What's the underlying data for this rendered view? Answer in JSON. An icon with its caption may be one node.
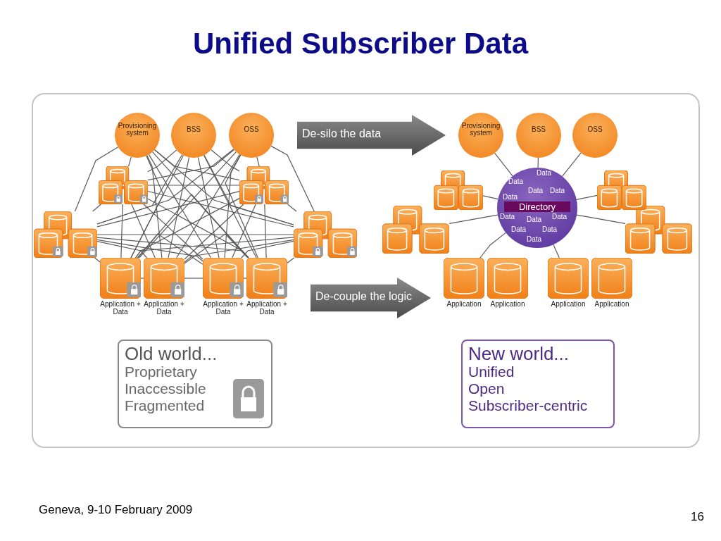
{
  "diagram": {
    "title": "Unified Subscriber Data",
    "nodes": [
      {
        "text": [
          "Provisioning system"
        ]
      },
      {
        "text": [
          "BSS"
        ]
      },
      {
        "text": [
          "OSS"
        ]
      },
      {
        "text": [],
        "shape": "cylinder"
      },
      {
        "text": [],
        "shape": "cylinder"
      },
      {
        "text": [
          "Application + Data"
        ]
      },
      {
        "text": [
          "Application + Data"
        ]
      },
      {
        "text": [
          "Application + Data"
        ]
      },
      {
        "text": [
          "Application + Data"
        ]
      },
      {
        "text": [],
        "shape": "cylinder"
      },
      {
        "text": [],
        "shape": "cylinder"
      },
      {
        "text": [
          "Provisioning system"
        ]
      },
      {
        "text": [
          "BSS"
        ]
      },
      {
        "text": [
          "OSS"
        ]
      },
      {
        "text": [
          "Data",
          "Data",
          "Data",
          "Data",
          "Data",
          "Directory",
          "Data",
          "Data",
          "Data",
          "Data",
          "Data",
          "Data"
        ]
      },
      {
        "text": [],
        "shape": "cylinder"
      },
      {
        "text": [],
        "shape": "cylinder"
      },
      {
        "text": [
          "Application"
        ]
      },
      {
        "text": [
          "Application"
        ]
      },
      {
        "text": [
          "Application"
        ]
      },
      {
        "text": [
          "Application"
        ]
      },
      {
        "text": [],
        "shape": "cylinder"
      },
      {
        "text": [],
        "shape": "cylinder"
      },
      {
        "text": [
          "Old world...",
          "Proprietary Inaccessible Fragmented"
        ]
      },
      {
        "text": [
          "New world...",
          "Unified Open Subscriber-centric"
        ]
      }
    ],
    "edges": [
      {
        "from": 0,
        "to": 3,
        "arrow": "none"
      },
      {
        "from": 0,
        "to": 4,
        "arrow": "none"
      },
      {
        "from": 0,
        "to": 5,
        "arrow": "none"
      },
      {
        "from": 0,
        "to": 6,
        "arrow": "none"
      },
      {
        "from": 0,
        "to": 7,
        "arrow": "none"
      },
      {
        "from": 0,
        "to": 8,
        "arrow": "none"
      },
      {
        "from": 0,
        "to": 9,
        "arrow": "none"
      },
      {
        "from": 0,
        "to": 10,
        "arrow": "none"
      },
      {
        "from": 1,
        "to": 3,
        "arrow": "none"
      },
      {
        "from": 1,
        "to": 4,
        "arrow": "none"
      },
      {
        "from": 1,
        "to": 5,
        "arrow": "none"
      },
      {
        "from": 1,
        "to": 6,
        "arrow": "none"
      },
      {
        "from": 1,
        "to": 7,
        "arrow": "none"
      },
      {
        "from": 1,
        "to": 8,
        "arrow": "none"
      },
      {
        "from": 1,
        "to": 9,
        "arrow": "none"
      },
      {
        "from": 1,
        "to": 10,
        "arrow": "none"
      },
      {
        "from": 2,
        "to": 3,
        "arrow": "none"
      },
      {
        "from": 2,
        "to": 4,
        "arrow": "none"
      },
      {
        "from": 2,
        "to": 5,
        "arrow": "none"
      },
      {
        "from": 2,
        "to": 6,
        "arrow": "none"
      },
      {
        "from": 2,
        "to": 7,
        "arrow": "none"
      },
      {
        "from": 2,
        "to": 8,
        "arrow": "none"
      },
      {
        "from": 2,
        "to": 9,
        "arrow": "none"
      },
      {
        "from": 2,
        "to": 10,
        "arrow": "none"
      },
      {
        "from": 3,
        "to": 4,
        "arrow": "none"
      },
      {
        "from": 3,
        "to": 5,
        "arrow": "none"
      },
      {
        "from": 3,
        "to": 6,
        "arrow": "none"
      },
      {
        "from": 3,
        "to": 7,
        "arrow": "none"
      },
      {
        "from": 3,
        "to": 8,
        "arrow": "none"
      },
      {
        "from": 3,
        "to": 9,
        "arrow": "none"
      },
      {
        "from": 3,
        "to": 10,
        "arrow": "none"
      },
      {
        "from": 4,
        "to": 5,
        "arrow": "none"
      },
      {
        "from": 4,
        "to": 6,
        "arrow": "none"
      },
      {
        "from": 4,
        "to": 7,
        "arrow": "none"
      },
      {
        "from": 4,
        "to": 8,
        "arrow": "none"
      },
      {
        "from": 4,
        "to": 9,
        "arrow": "none"
      },
      {
        "from": 4,
        "to": 10,
        "arrow": "none"
      },
      {
        "from": 5,
        "to": 6,
        "arrow": "none"
      },
      {
        "from": 5,
        "to": 7,
        "arrow": "none"
      },
      {
        "from": 5,
        "to": 8,
        "arrow": "none"
      },
      {
        "from": 5,
        "to": 9,
        "arrow": "none"
      },
      {
        "from": 5,
        "to": 10,
        "arrow": "none"
      },
      {
        "from": 6,
        "to": 7,
        "arrow": "none"
      },
      {
        "from": 6,
        "to": 8,
        "arrow": "none"
      },
      {
        "from": 6,
        "to": 9,
        "arrow": "none"
      },
      {
        "from": 6,
        "to": 10,
        "arrow": "none"
      },
      {
        "from": 7,
        "to": 8,
        "arrow": "none"
      },
      {
        "from": 7,
        "to": 9,
        "arrow": "none"
      },
      {
        "from": 7,
        "to": 10,
        "arrow": "none"
      },
      {
        "from": 8,
        "to": 9,
        "arrow": "none"
      },
      {
        "from": 8,
        "to": 10,
        "arrow": "none"
      },
      {
        "from": 9,
        "to": 10,
        "arrow": "none"
      },
      {
        "from": 2,
        "to": 11,
        "arrow": "to",
        "label": "De-silo the data",
        "style": "thick"
      },
      {
        "from": 8,
        "to": 17,
        "arrow": "to",
        "label": "De-couple the logic",
        "style": "thick"
      },
      {
        "from": 14,
        "to": 11,
        "arrow": "none"
      },
      {
        "from": 14,
        "to": 12,
        "arrow": "none"
      },
      {
        "from": 14,
        "to": 13,
        "arrow": "none"
      },
      {
        "from": 14,
        "to": 15,
        "arrow": "none"
      },
      {
        "from": 14,
        "to": 16,
        "arrow": "none"
      },
      {
        "from": 14,
        "to": 17,
        "arrow": "none"
      },
      {
        "from": 14,
        "to": 19,
        "arrow": "none"
      },
      {
        "from": 14,
        "to": 21,
        "arrow": "none"
      },
      {
        "from": 14,
        "to": 22,
        "arrow": "none"
      }
    ],
    "labels": [
      "Geneva, 9-10 February 2009",
      "16"
    ]
  }
}
